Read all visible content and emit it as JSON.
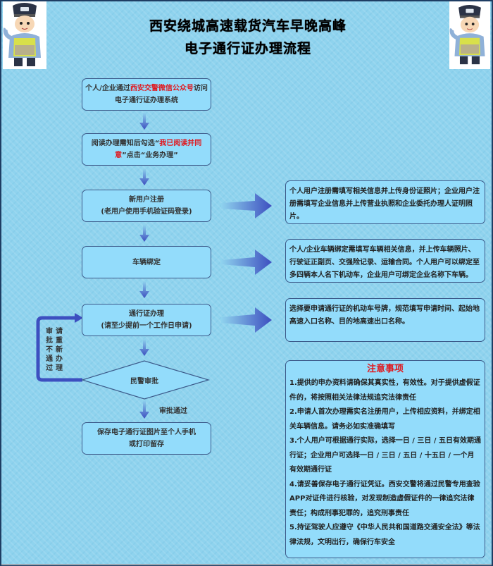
{
  "header": {
    "title_line1": "西安绕城高速载货汽车早晚高峰",
    "title_line2": "电子通行证办理流程",
    "mascot_left": "traffic-police-mascot",
    "mascot_right": "traffic-police-mascot"
  },
  "flow": {
    "step1": {
      "prefix": "个人/企业通过",
      "highlight": "西安交警微信公众号",
      "suffix": "访问",
      "line2": "电子通行证办理系统"
    },
    "step2": {
      "prefix": "阅读办理需知后勾选“",
      "highlight1": "我已阅读并同",
      "highlight2": "意",
      "suffix": "”点击“业务办理”"
    },
    "step3": {
      "line1": "新用户注册",
      "line2": "(老用户使用手机验证码登录)"
    },
    "step4": {
      "line1": "车辆绑定"
    },
    "step5": {
      "line1": "通行证办理",
      "line2": "(请至少提前一个工作日申请)"
    },
    "decision": {
      "label": "民警审批"
    },
    "approved_label": "审批通过",
    "rejected_label_col1": [
      "审",
      "批",
      "不",
      "通",
      "过"
    ],
    "rejected_label_col2": [
      "请",
      "重",
      "新",
      "办",
      "理"
    ],
    "step6": {
      "line1": "保存电子通行证图片至个人手机",
      "line2": "或打印留存"
    }
  },
  "notes": {
    "registration": "个人用户注册需填写相关信息并上传身份证照片；企业用户注册需填写企业信息并上传营业执照和企业委托办理人证明照片。",
    "vehicle": "个人/企业车辆绑定需填写车辆相关信息，并上传车辆照片、行驶证正副页、交强险记录、运输合同。个人用户可以绑定至多四辆本人名下机动车，企业用户可绑定企业名称下车辆。",
    "permit": "选择要申请通行证的机动车号牌，规范填写申请时间、起始地高速入口名称、目的地高速出口名称。"
  },
  "notice": {
    "title": "注意事项",
    "items": [
      "1.提供的申办资料请确保其真实性，有效性。对于提供虚假证件的，将按照相关法律法规追究法律责任",
      "2.申请人首次办理需实名注册用户，上传相应资料，并绑定相关车辆信息。请务必如实准确填写",
      "3.个人用户可根据通行实际，选择一日 / 三日 / 五日有效期通行证；企业用户可选择一日 / 三日 / 五日 / 十五日 / 一个月有效期通行证",
      "4.请妥善保存电子通行证凭证。西安交警将通过民警专用查验APP对证件进行核验，对发现制造虚假证件的一律追究法律责任；构成刑事犯罪的，追究刑事责任",
      "5.持证驾驶人应遵守《中华人民共和国道路交通安全法》等法律法规，文明出行，确保行车安全"
    ]
  },
  "colors": {
    "background": "#8fd3ee",
    "box_fill": "#93dcfb",
    "box_border": "#3c5a8a",
    "arrow": "#3d4fc0",
    "highlight_red": "#e0181e"
  }
}
